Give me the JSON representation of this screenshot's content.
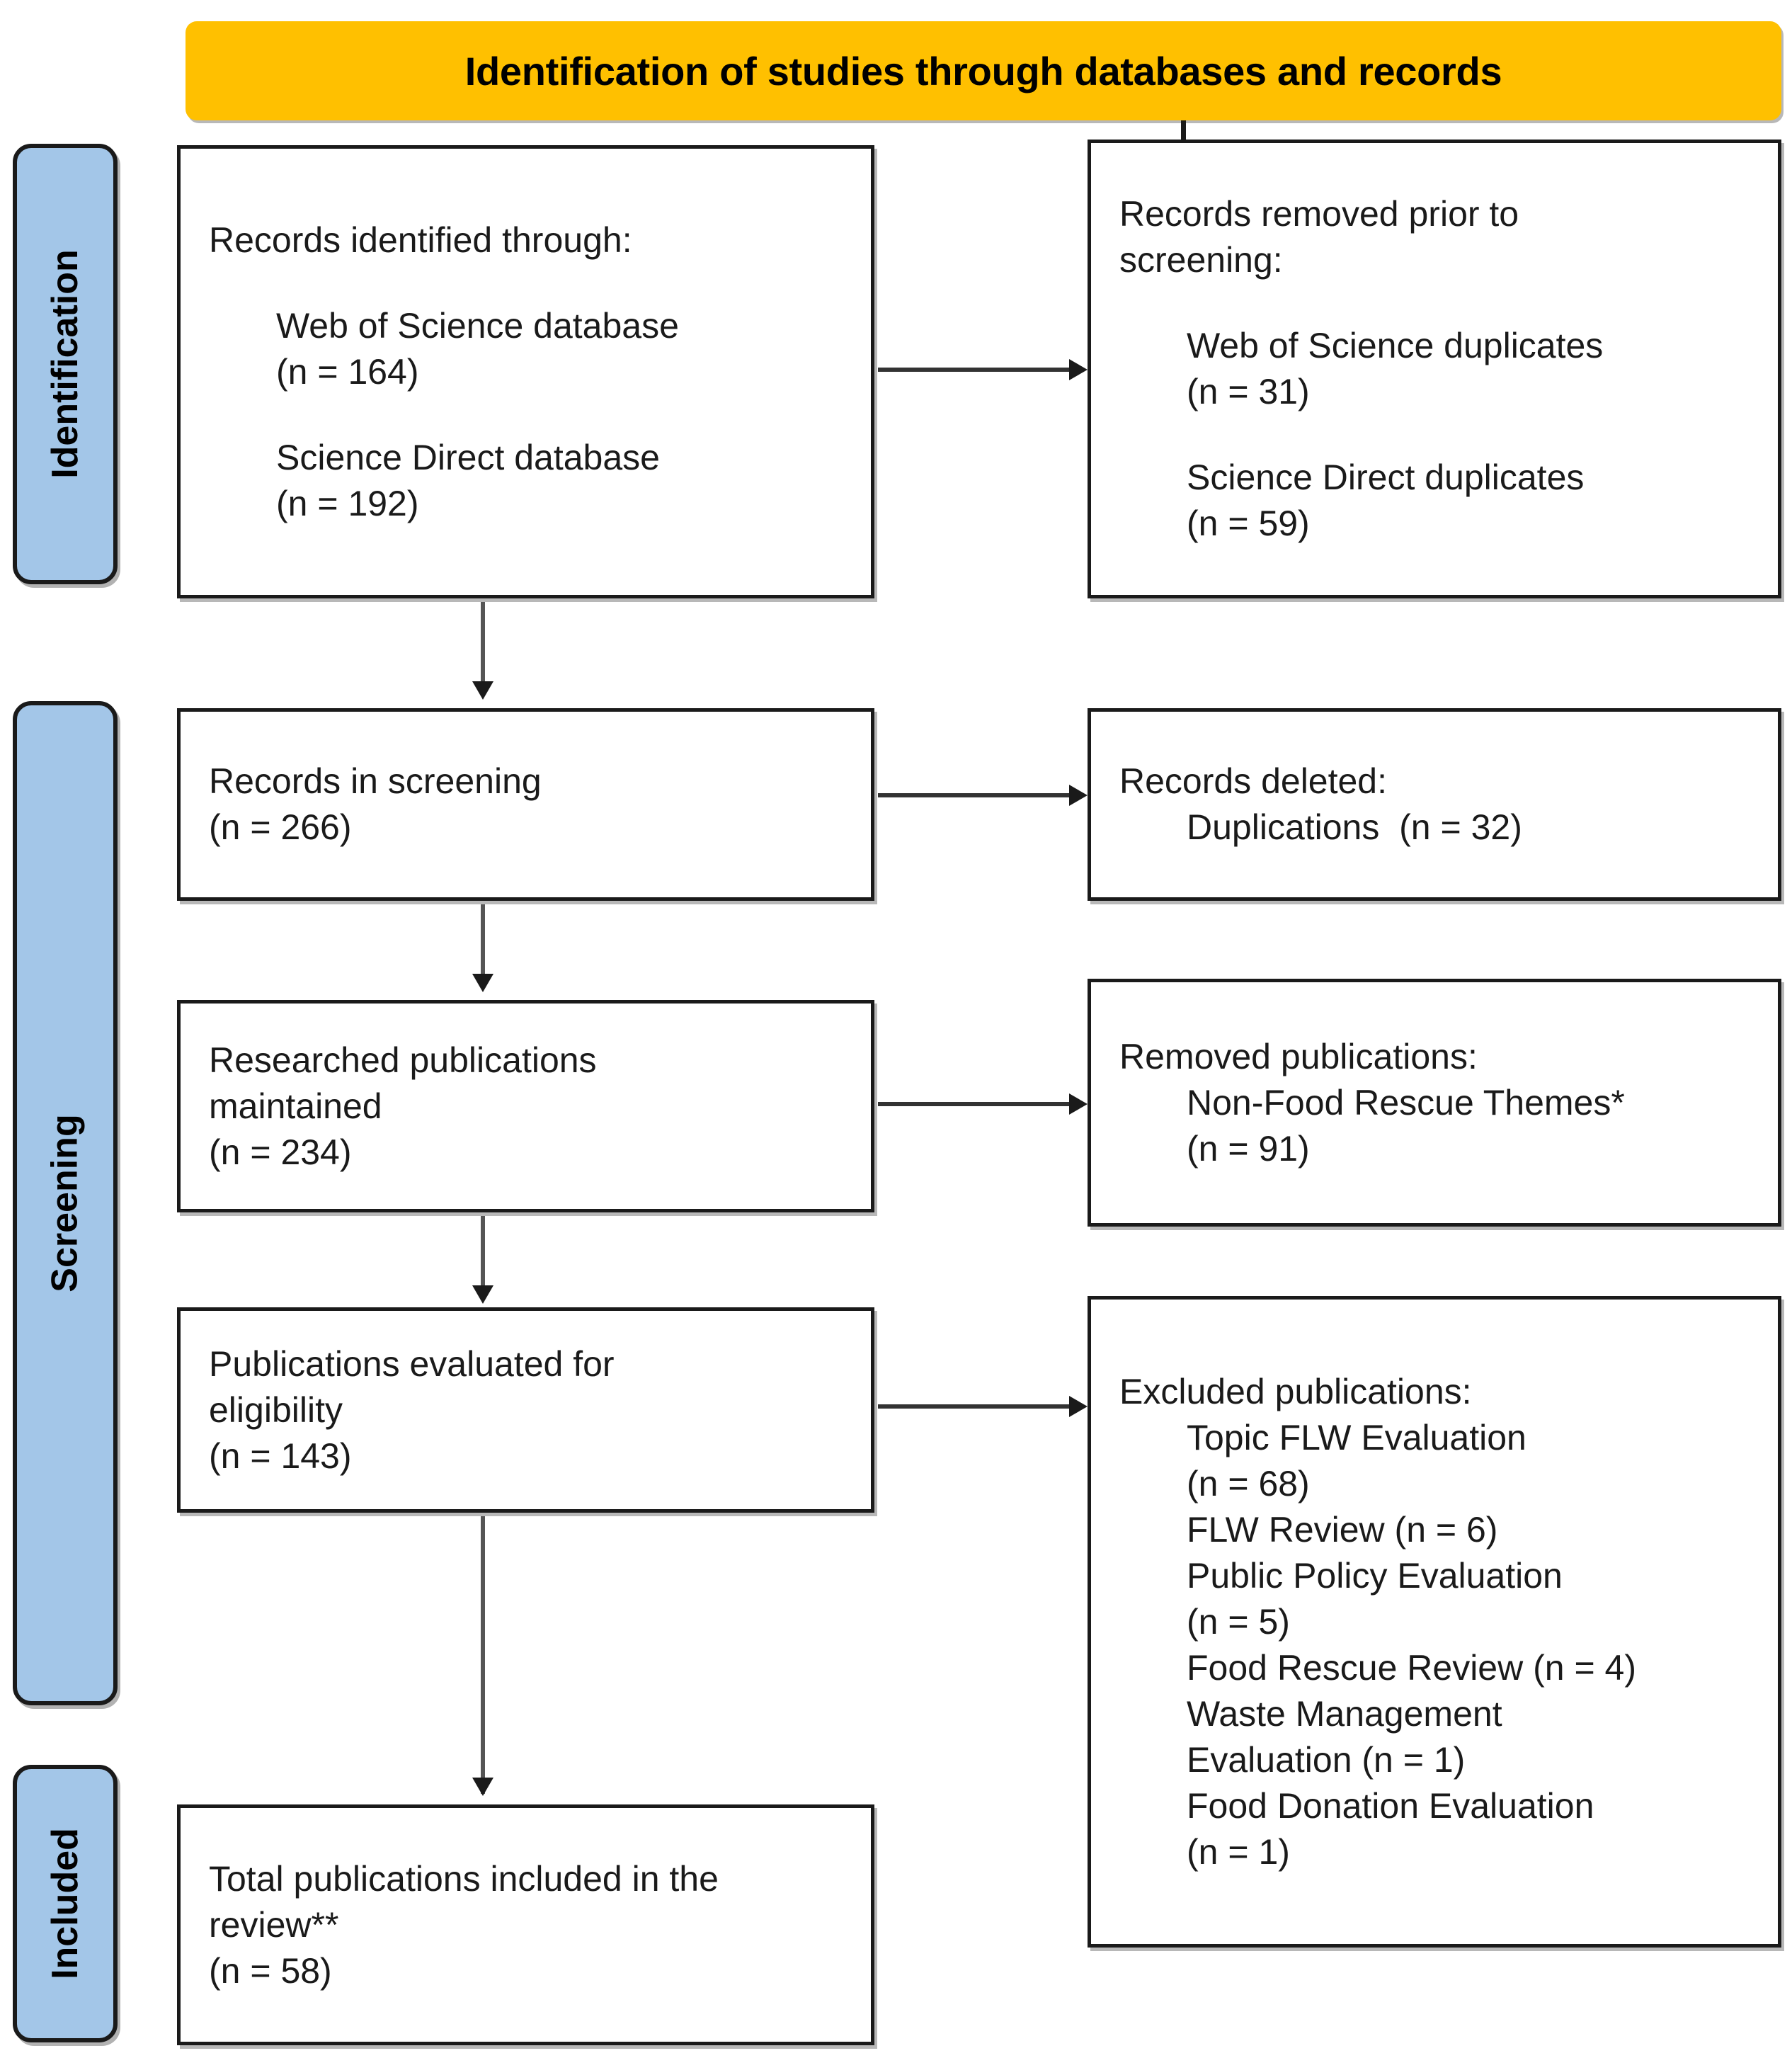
{
  "banner": {
    "title": "Identification of studies through databases and records"
  },
  "stages": [
    {
      "id": "identification",
      "label": "Identification"
    },
    {
      "id": "screening",
      "label": "Screening"
    },
    {
      "id": "included",
      "label": "Included"
    }
  ],
  "boxes": {
    "identified": {
      "heading": "Records identified through:",
      "items": [
        {
          "label": "Web of Science database",
          "count": "(n = 164)"
        },
        {
          "label": "Science Direct database",
          "count": "(n = 192)"
        }
      ]
    },
    "removed_prior": {
      "heading_line1": "Records removed prior to",
      "heading_line2": "screening:",
      "items": [
        {
          "label": "Web of Science duplicates",
          "count": "(n = 31)"
        },
        {
          "label": "Science Direct duplicates",
          "count": "(n = 59)"
        }
      ]
    },
    "records_in_screening": {
      "heading": "Records in screening",
      "count": "(n = 266)"
    },
    "records_deleted": {
      "heading": "Records deleted:",
      "item": "Duplications  (n = 32)"
    },
    "maintained": {
      "heading_line1": "Researched publications",
      "heading_line2": "maintained",
      "count": "(n = 234)"
    },
    "removed_publications": {
      "heading": "Removed publications:",
      "item": "Non-Food Rescue Themes*",
      "count": "(n = 91)"
    },
    "eligibility": {
      "heading_line1": "Publications evaluated for",
      "heading_line2": "eligibility",
      "count": "(n = 143)"
    },
    "excluded": {
      "heading": "Excluded publications:",
      "lines": [
        "Topic FLW Evaluation",
        "(n = 68)",
        "FLW Review (n = 6)",
        "Public Policy Evaluation",
        "(n = 5)",
        "Food Rescue Review (n = 4)",
        "Waste Management",
        "Evaluation (n = 1)",
        "Food Donation Evaluation",
        "(n = 1)"
      ]
    },
    "total_included": {
      "heading_line1": "Total publications included in the",
      "heading_line2": "review**",
      "count": "(n = 58)"
    }
  },
  "colors": {
    "banner": "#FFC000",
    "stage_label": "#A3C6E8",
    "box_border": "#1A1A1A",
    "connector": "#333333"
  }
}
